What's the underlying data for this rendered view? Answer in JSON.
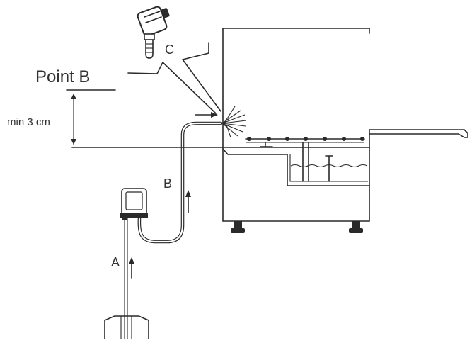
{
  "labels": {
    "point_b": "Point B",
    "min_height": "min 3 cm",
    "label_a": "A",
    "label_b": "B",
    "label_c": "C"
  },
  "colors": {
    "line": "#2a2a2a",
    "text": "#333333",
    "background": "#ffffff"
  },
  "icons": {
    "nozzle": "spray-nozzle-icon",
    "pump": "pump-icon",
    "container": "container-icon"
  }
}
